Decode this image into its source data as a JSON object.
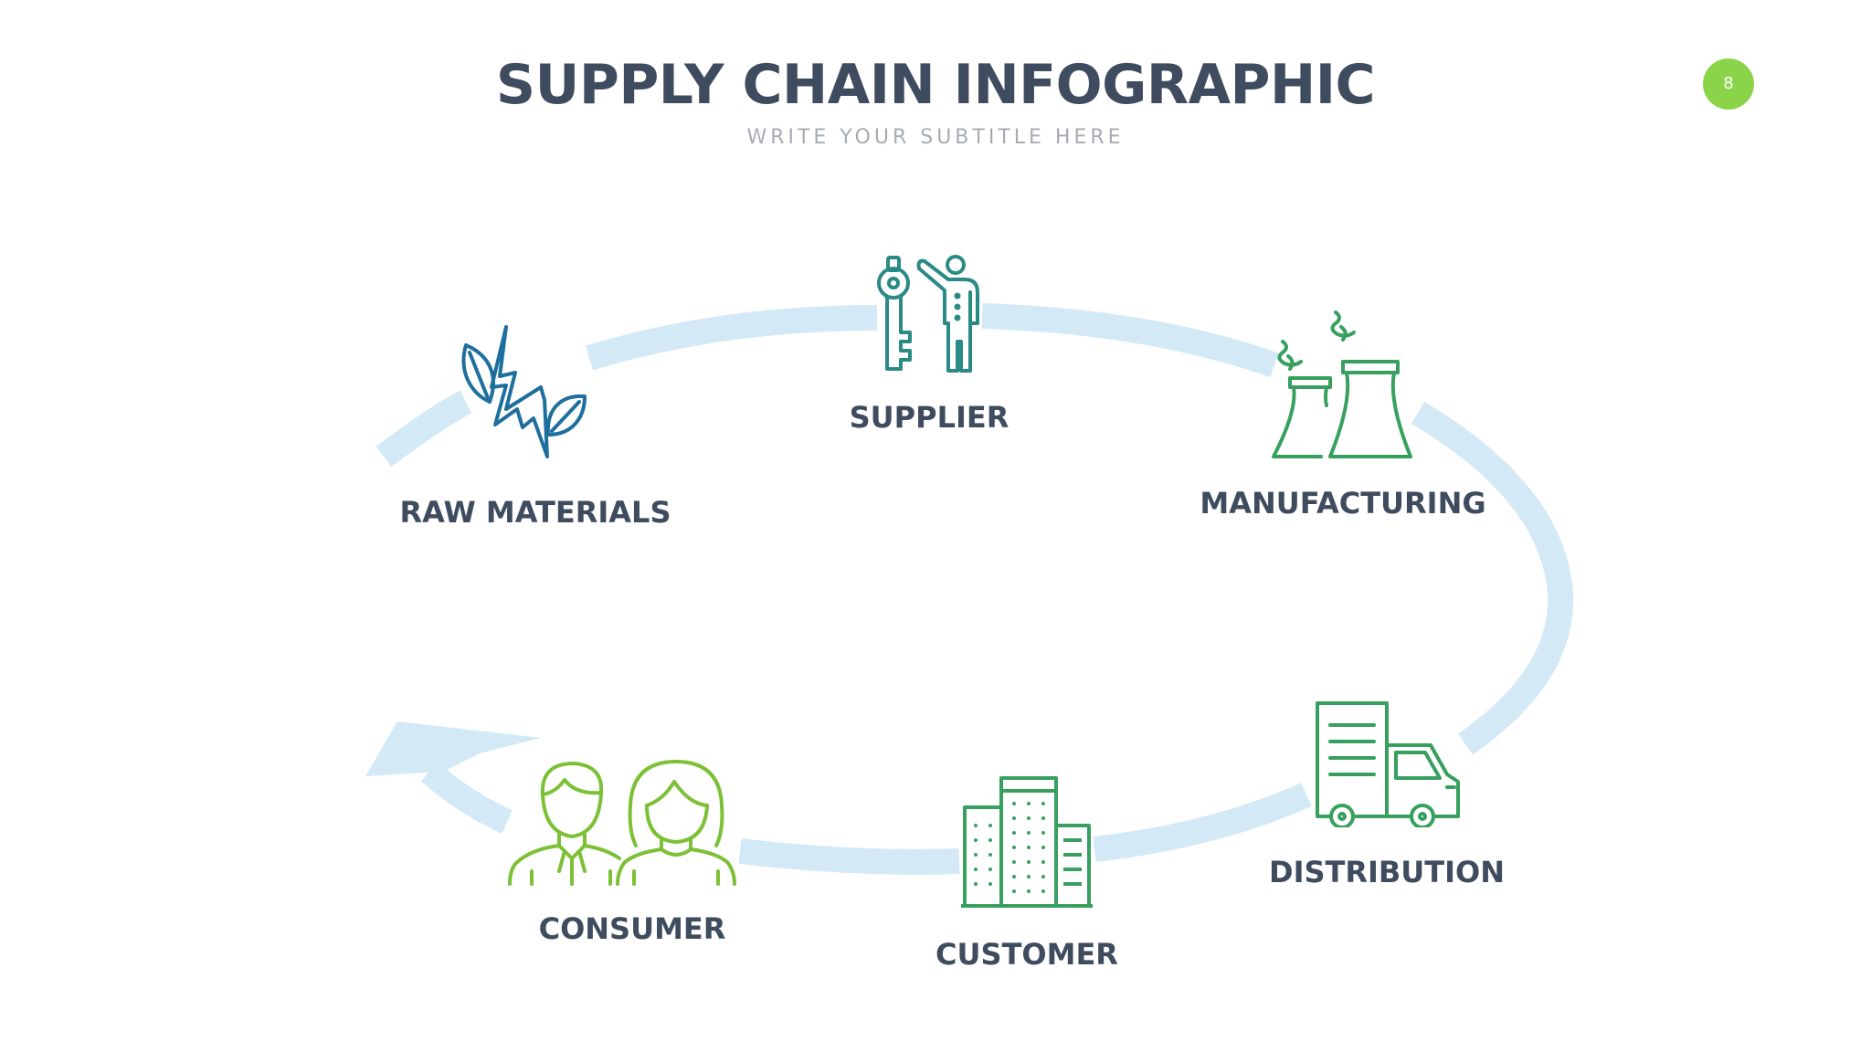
{
  "slide": {
    "title": "SUPPLY CHAIN INFOGRAPHIC",
    "subtitle": "WRITE YOUR SUBTITLE HERE",
    "page_number": "8"
  },
  "colors": {
    "title": "#3f4b5e",
    "subtitle": "#a6abb3",
    "page_badge": "#8bd44a",
    "arrow": "#d3e9f6",
    "icon_blue": "#1e6f9e",
    "icon_teal": "#2a8a86",
    "icon_green": "#38a05f",
    "icon_lime": "#7cc036"
  },
  "steps": [
    {
      "label": "RAW MATERIALS",
      "icon": "leaf-lightning-icon"
    },
    {
      "label": "SUPPLIER",
      "icon": "key-person-icon"
    },
    {
      "label": "MANUFACTURING",
      "icon": "factory-cooling-towers-icon"
    },
    {
      "label": "DISTRIBUTION",
      "icon": "delivery-truck-icon"
    },
    {
      "label": "CUSTOMER",
      "icon": "office-buildings-icon"
    },
    {
      "label": "CONSUMER",
      "icon": "people-couple-icon"
    }
  ]
}
